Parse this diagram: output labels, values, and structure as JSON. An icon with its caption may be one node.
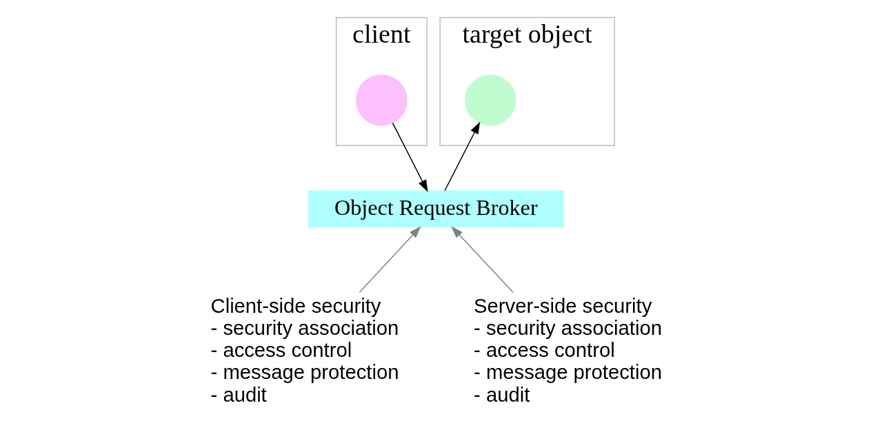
{
  "diagram": {
    "nodes": [
      {
        "text": [
          "client"
        ]
      },
      {
        "text": [],
        "shape": "circle",
        "in": 0
      },
      {
        "text": [
          "target object"
        ]
      },
      {
        "text": [],
        "shape": "circle",
        "in": 2
      },
      {
        "text": [
          "Object Request Broker"
        ]
      },
      {
        "text": [
          "Client-side security",
          "- security association",
          "- access control",
          "- message protection",
          "- audit"
        ]
      },
      {
        "text": [
          "Server-side security",
          "- security association",
          "- access control",
          "- message protection",
          "- audit"
        ]
      }
    ],
    "edges": [
      {
        "from": 1,
        "to": 4,
        "arrow": "to"
      },
      {
        "from": 4,
        "to": 3,
        "arrow": "to"
      },
      {
        "from": 5,
        "to": 4,
        "arrow": "to",
        "color": "#808080"
      },
      {
        "from": 6,
        "to": 4,
        "arrow": "to",
        "color": "#808080"
      }
    ]
  }
}
